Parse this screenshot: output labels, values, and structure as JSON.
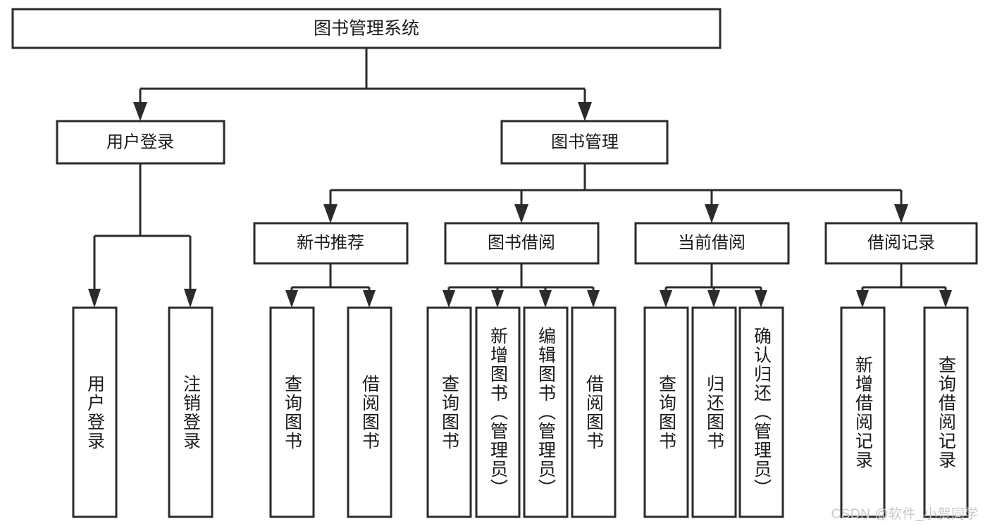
{
  "diagram": {
    "type": "tree",
    "title": "图书管理系统",
    "orientation": "top-down",
    "colors": {
      "background": "#ffffff",
      "box_fill": "#ffffff",
      "box_stroke": "#2b2b2b",
      "text": "#1a1a1a",
      "watermark": "#c9c9c9"
    },
    "root": {
      "label": "图书管理系统"
    },
    "level2": [
      {
        "label": "用户登录"
      },
      {
        "label": "图书管理"
      }
    ],
    "level3": [
      {
        "label": "新书推荐"
      },
      {
        "label": "图书借阅"
      },
      {
        "label": "当前借阅"
      },
      {
        "label": "借阅记录"
      }
    ],
    "leaves": {
      "user_login": [
        {
          "label": "用户登录"
        },
        {
          "label": "注销登录"
        }
      ],
      "new_book_recommend": [
        {
          "label": "查询图书"
        },
        {
          "label": "借阅图书"
        }
      ],
      "book_borrow": [
        {
          "label": "查询图书"
        },
        {
          "label": "新增图书（管理员）"
        },
        {
          "label": "编辑图书（管理员）"
        },
        {
          "label": "借阅图书"
        }
      ],
      "current_borrow": [
        {
          "label": "查询图书"
        },
        {
          "label": "归还图书"
        },
        {
          "label": "确认归还（管理员）"
        }
      ],
      "borrow_record": [
        {
          "label": "新增借阅记录"
        },
        {
          "label": "查询借阅记录"
        }
      ]
    }
  },
  "watermark": {
    "text": "CSDN @软件_小贺同学"
  }
}
